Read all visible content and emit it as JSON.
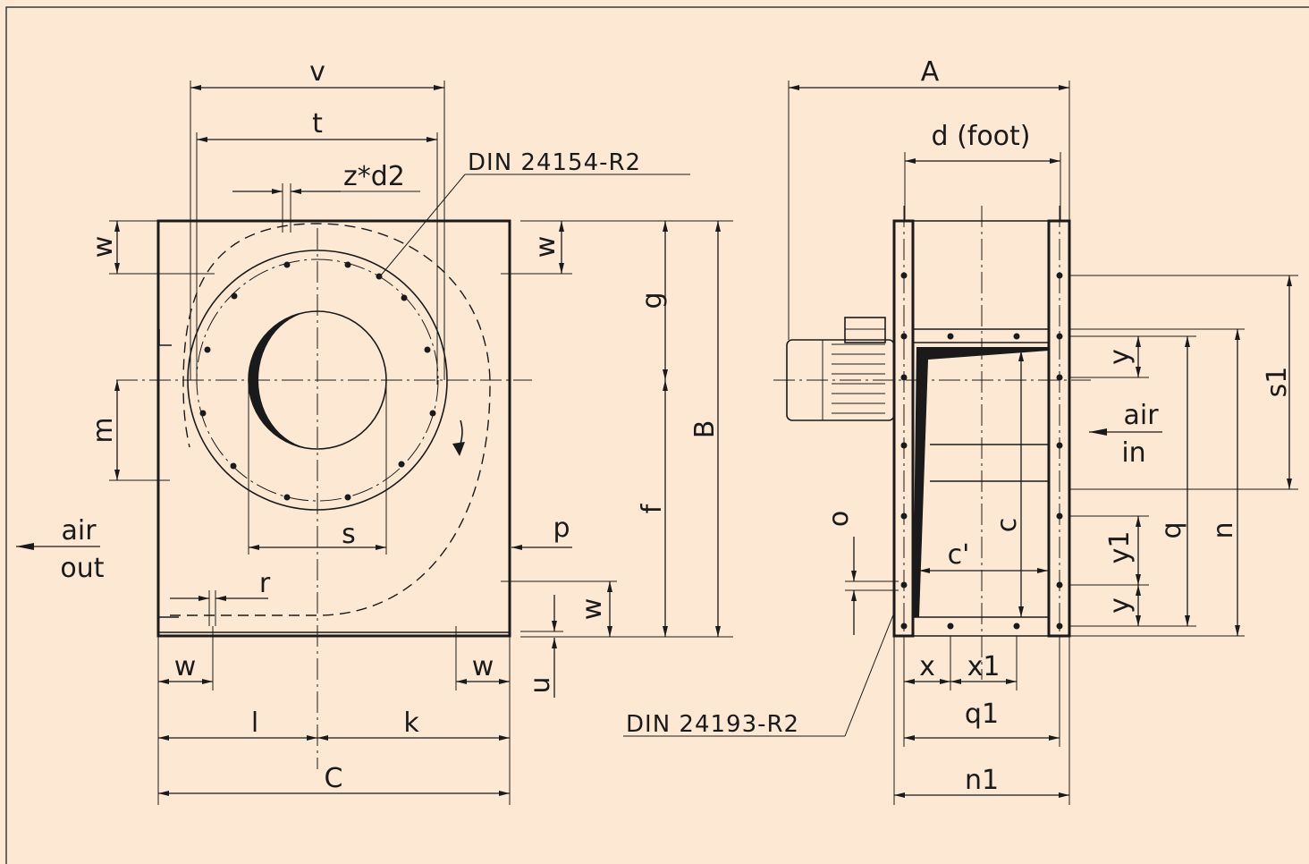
{
  "front_view": {
    "dimensions": {
      "v": "v",
      "t": "t",
      "zd2": "z*d2",
      "w": "w",
      "g": "g",
      "B": "B",
      "m": "m",
      "f": "f",
      "s": "s",
      "p": "p",
      "r": "r",
      "u": "u",
      "l": "l",
      "k": "k",
      "C": "C"
    },
    "flange_note": "DIN 24154-R2",
    "air_out_line1": "air",
    "air_out_line2": "out"
  },
  "side_view": {
    "dimensions": {
      "A": "A",
      "d": "d (foot)",
      "s1": "s1",
      "y": "y",
      "c": "c",
      "c_prime": "c'",
      "y1": "y1",
      "q": "q",
      "n": "n",
      "o": "o",
      "x": "x",
      "x1": "x1",
      "q1": "q1",
      "n1": "n1"
    },
    "flange_note": "DIN 24193-R2",
    "air_in_line1": "air",
    "air_in_line2": "in"
  }
}
